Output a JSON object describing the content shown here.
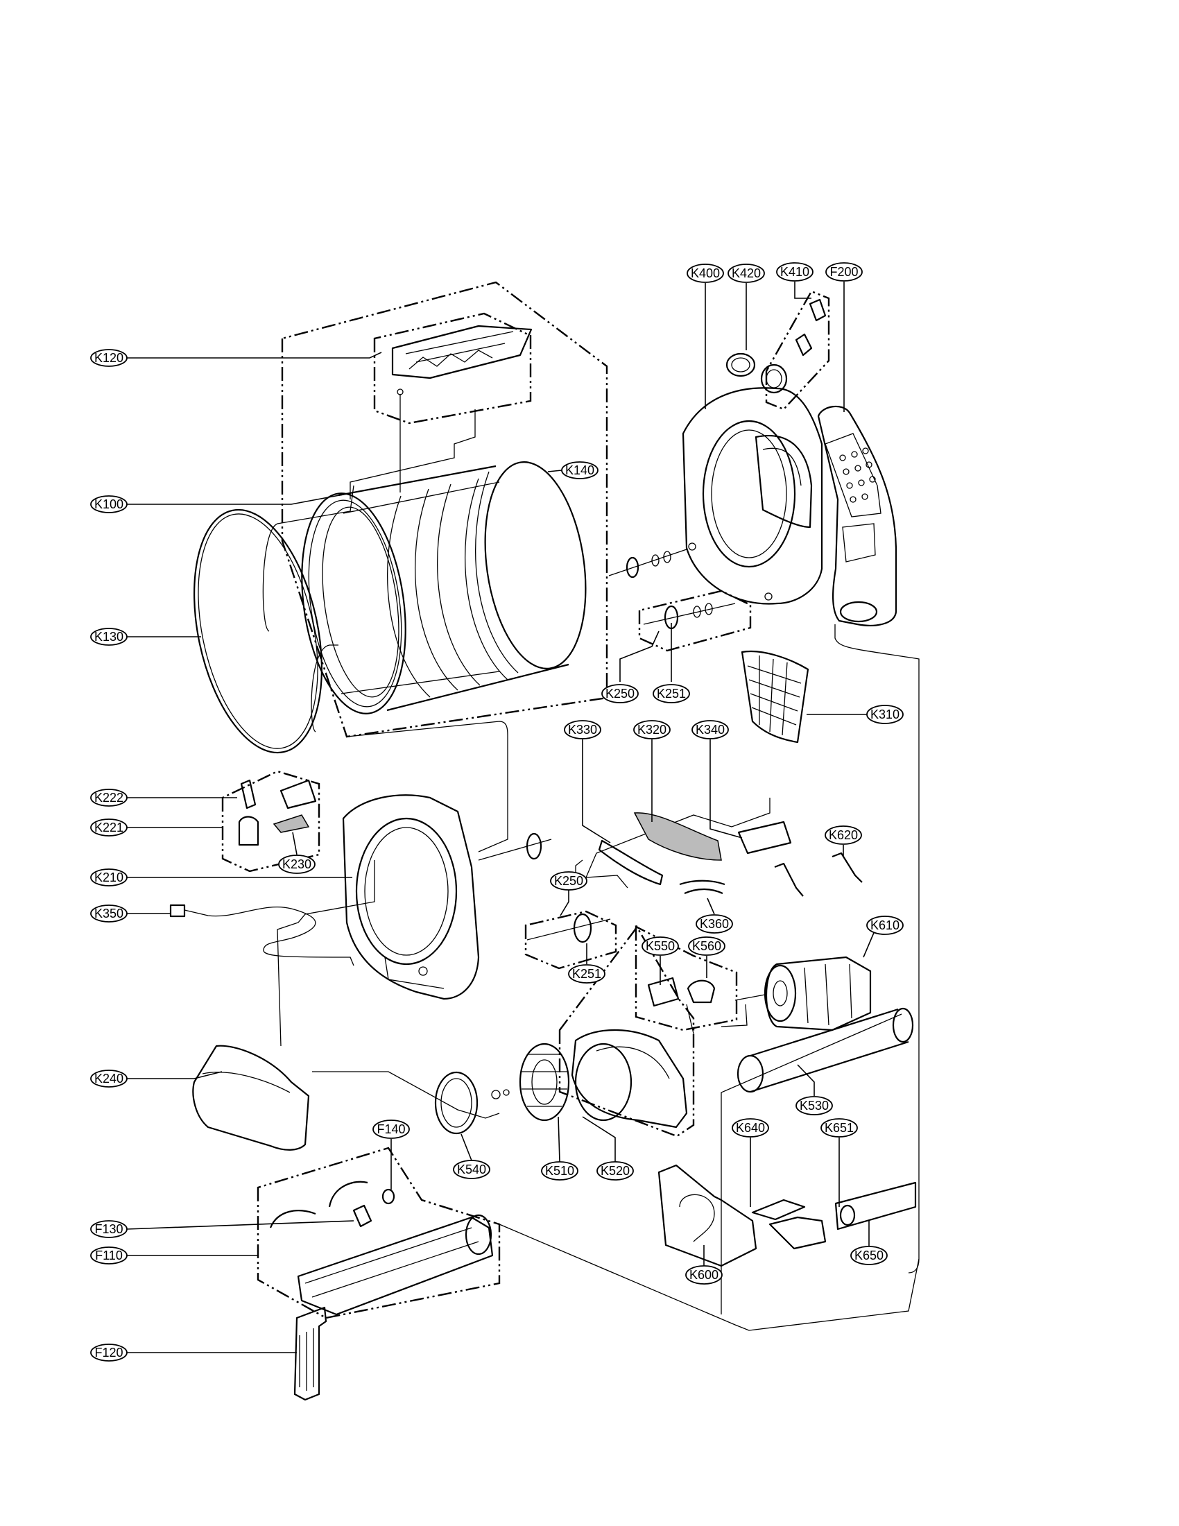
{
  "labels": [
    {
      "key": "K120",
      "text": "K120"
    },
    {
      "key": "K100",
      "text": "K100"
    },
    {
      "key": "K130",
      "text": "K130"
    },
    {
      "key": "K140",
      "text": "K140"
    },
    {
      "key": "K400",
      "text": "K400"
    },
    {
      "key": "K420",
      "text": "K420"
    },
    {
      "key": "K410",
      "text": "K410"
    },
    {
      "key": "F200",
      "text": "F200"
    },
    {
      "key": "K250a",
      "text": "K250"
    },
    {
      "key": "K251a",
      "text": "K251"
    },
    {
      "key": "K310",
      "text": "K310"
    },
    {
      "key": "K330",
      "text": "K330"
    },
    {
      "key": "K320",
      "text": "K320"
    },
    {
      "key": "K340",
      "text": "K340"
    },
    {
      "key": "K620",
      "text": "K620"
    },
    {
      "key": "K222",
      "text": "K222"
    },
    {
      "key": "K221",
      "text": "K221"
    },
    {
      "key": "K230",
      "text": "K230"
    },
    {
      "key": "K210",
      "text": "K210"
    },
    {
      "key": "K350",
      "text": "K350"
    },
    {
      "key": "K360",
      "text": "K360"
    },
    {
      "key": "K250b",
      "text": "K250"
    },
    {
      "key": "K251b",
      "text": "K251"
    },
    {
      "key": "K550",
      "text": "K550"
    },
    {
      "key": "K560",
      "text": "K560"
    },
    {
      "key": "K610",
      "text": "K610"
    },
    {
      "key": "K240",
      "text": "K240"
    },
    {
      "key": "K530",
      "text": "K530"
    },
    {
      "key": "K540",
      "text": "K540"
    },
    {
      "key": "K510",
      "text": "K510"
    },
    {
      "key": "K520",
      "text": "K520"
    },
    {
      "key": "K640",
      "text": "K640"
    },
    {
      "key": "K651",
      "text": "K651"
    },
    {
      "key": "F140",
      "text": "F140"
    },
    {
      "key": "F130",
      "text": "F130"
    },
    {
      "key": "F110",
      "text": "F110"
    },
    {
      "key": "K600",
      "text": "K600"
    },
    {
      "key": "K650",
      "text": "K650"
    },
    {
      "key": "F120",
      "text": "F120"
    }
  ]
}
